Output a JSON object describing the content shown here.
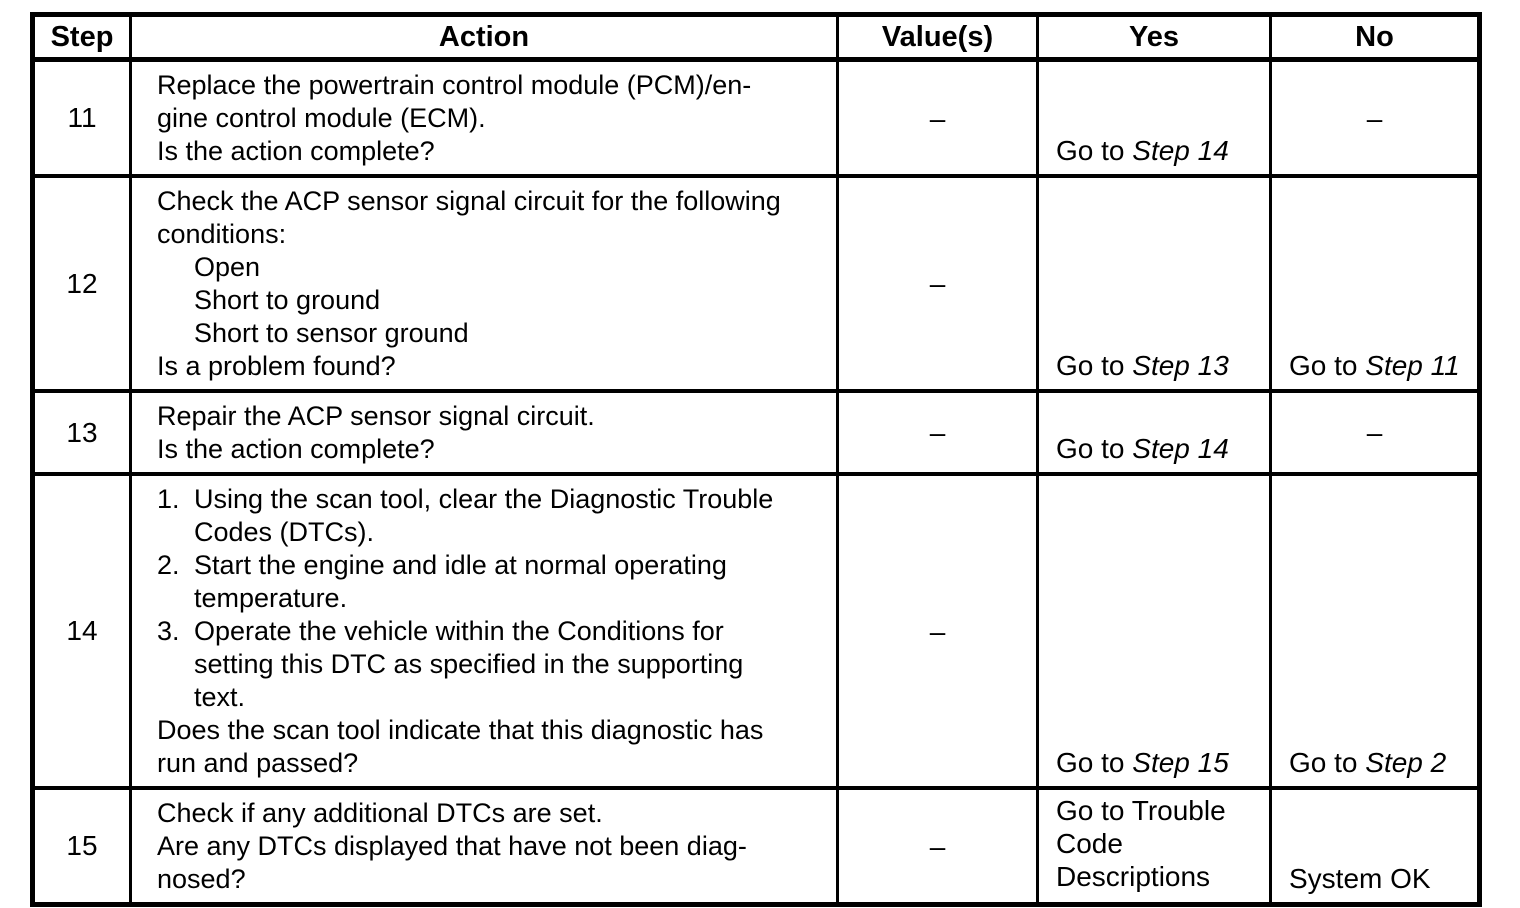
{
  "colors": {
    "ink": "#000000",
    "paper": "#ffffff"
  },
  "table": {
    "columns": [
      "Step",
      "Action",
      "Value(s)",
      "Yes",
      "No"
    ],
    "rows": [
      {
        "step": "11",
        "action": [
          {
            "type": "para",
            "lines": [
              "Replace the powertrain control module (PCM)/en-",
              "gine control module (ECM)."
            ]
          },
          {
            "type": "para",
            "lines": [
              "Is the action complete?"
            ]
          }
        ],
        "value": {
          "valign": "mid",
          "align": "c",
          "lines": [
            [
              "–"
            ]
          ]
        },
        "yes": {
          "valign": "bot",
          "align": "l",
          "lines": [
            [
              "Go to ",
              {
                "i": "Step 14"
              }
            ]
          ]
        },
        "no": {
          "valign": "mid",
          "align": "c",
          "lines": [
            [
              "–"
            ]
          ]
        }
      },
      {
        "step": "12",
        "action": [
          {
            "type": "para",
            "lines": [
              "Check the ACP sensor signal circuit for the following",
              "conditions:"
            ]
          },
          {
            "type": "bullet",
            "lines": [
              "Open"
            ]
          },
          {
            "type": "bullet",
            "lines": [
              "Short to ground"
            ]
          },
          {
            "type": "bullet",
            "lines": [
              "Short to sensor ground"
            ]
          },
          {
            "type": "para",
            "lines": [
              "Is a problem found?"
            ]
          }
        ],
        "value": {
          "valign": "mid",
          "align": "c",
          "lines": [
            [
              "–"
            ]
          ]
        },
        "yes": {
          "valign": "bot",
          "align": "l",
          "lines": [
            [
              "Go to ",
              {
                "i": "Step 13"
              }
            ]
          ]
        },
        "no": {
          "valign": "bot",
          "align": "l",
          "lines": [
            [
              "Go to ",
              {
                "i": "Step 11"
              }
            ]
          ]
        }
      },
      {
        "step": "13",
        "action": [
          {
            "type": "para",
            "lines": [
              "Repair the ACP sensor signal circuit."
            ]
          },
          {
            "type": "para",
            "lines": [
              "Is the action complete?"
            ]
          }
        ],
        "value": {
          "valign": "mid",
          "align": "c",
          "lines": [
            [
              "–"
            ]
          ]
        },
        "yes": {
          "valign": "bot",
          "align": "l",
          "lines": [
            [
              "Go to ",
              {
                "i": "Step 14"
              }
            ]
          ]
        },
        "no": {
          "valign": "mid",
          "align": "c",
          "lines": [
            [
              "–"
            ]
          ]
        }
      },
      {
        "step": "14",
        "action": [
          {
            "type": "num",
            "label": "1.",
            "lines": [
              "Using the scan tool, clear the Diagnostic Trouble",
              "Codes (DTCs)."
            ]
          },
          {
            "type": "num",
            "label": "2.",
            "lines": [
              "Start the engine and idle at normal operating",
              "temperature."
            ]
          },
          {
            "type": "num",
            "label": "3.",
            "lines": [
              "Operate the vehicle within the Conditions for",
              "setting this DTC as specified in the supporting",
              "text."
            ]
          },
          {
            "type": "para",
            "lines": [
              "Does the scan tool indicate that this diagnostic has",
              "run and passed?"
            ]
          }
        ],
        "value": {
          "valign": "mid",
          "align": "c",
          "lines": [
            [
              "–"
            ]
          ]
        },
        "yes": {
          "valign": "bot",
          "align": "l",
          "lines": [
            [
              "Go to ",
              {
                "i": "Step 15"
              }
            ]
          ]
        },
        "no": {
          "valign": "bot",
          "align": "l",
          "lines": [
            [
              "Go to ",
              {
                "i": "Step 2"
              }
            ]
          ]
        }
      },
      {
        "step": "15",
        "action": [
          {
            "type": "para",
            "lines": [
              "Check if any additional DTCs are set."
            ]
          },
          {
            "type": "para",
            "lines": [
              "Are any DTCs displayed that have not been diag-",
              "nosed?"
            ]
          }
        ],
        "value": {
          "valign": "mid",
          "align": "c",
          "lines": [
            [
              "–"
            ]
          ]
        },
        "yes": {
          "valign": "top",
          "align": "l",
          "lines": [
            [
              "Go to Trouble"
            ],
            [
              "Code"
            ],
            [
              "Descriptions"
            ]
          ]
        },
        "no": {
          "valign": "bot",
          "align": "l",
          "lines": [
            [
              "System OK"
            ]
          ]
        }
      }
    ]
  }
}
